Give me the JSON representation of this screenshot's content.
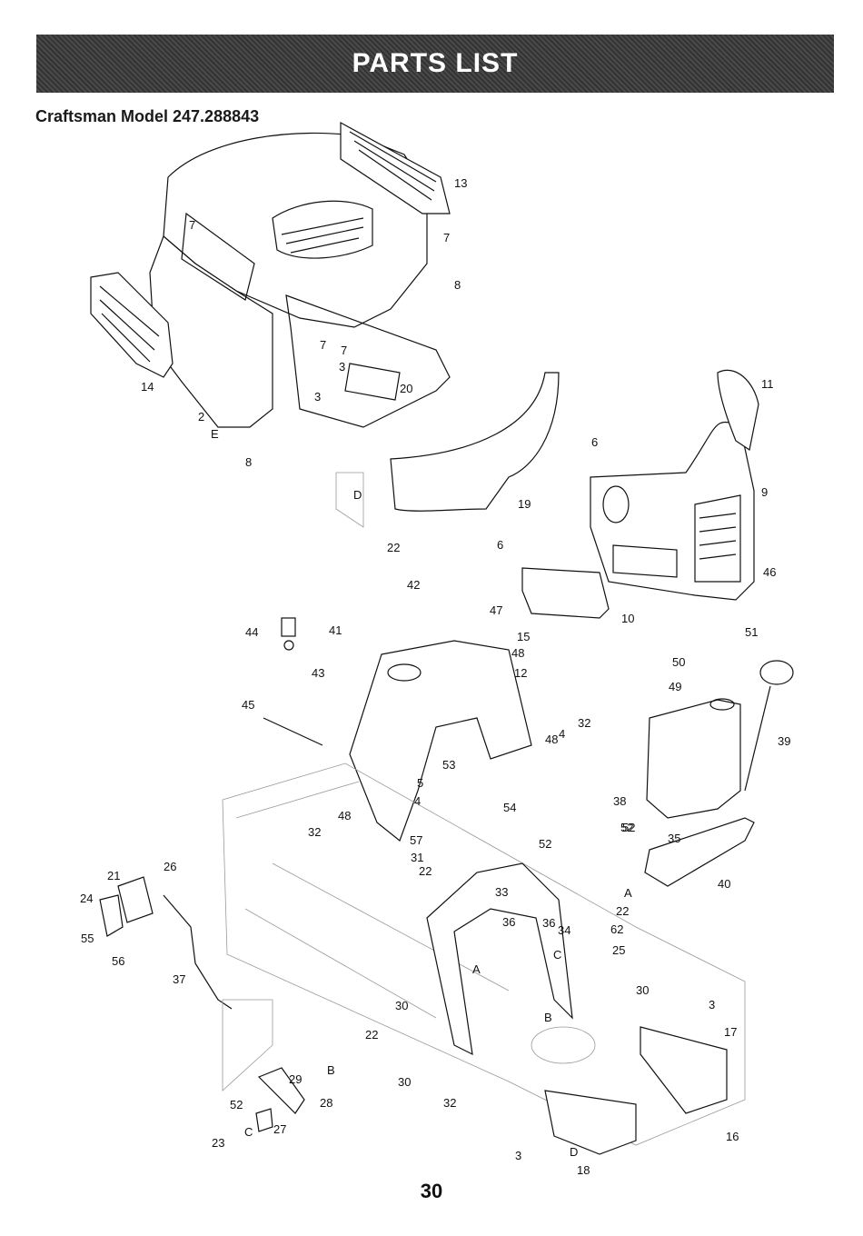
{
  "header": {
    "title": "PARTS LIST"
  },
  "subtitle": "Craftsman Model 247.288843",
  "page_number": "30",
  "callouts": [
    "13",
    "7",
    "7",
    "8",
    "7",
    "7",
    "3",
    "3",
    "20",
    "14",
    "2",
    "E",
    "8",
    "D",
    "6",
    "19",
    "6",
    "11",
    "9",
    "46",
    "10",
    "22",
    "42",
    "47",
    "15",
    "48",
    "12",
    "44",
    "41",
    "43",
    "45",
    "4",
    "32",
    "48",
    "53",
    "51",
    "50",
    "52",
    "49",
    "39",
    "38",
    "52",
    "35",
    "40",
    "5",
    "4",
    "48",
    "32",
    "54",
    "57",
    "31",
    "22",
    "52",
    "33",
    "36",
    "36",
    "22",
    "34",
    "62",
    "21",
    "26",
    "24",
    "55",
    "56",
    "A",
    "C",
    "25",
    "30",
    "37",
    "30",
    "22",
    "B",
    "3",
    "17",
    "29",
    "B",
    "52",
    "28",
    "27",
    "23",
    "C",
    "30",
    "32",
    "D",
    "16",
    "3",
    "18",
    "A"
  ]
}
